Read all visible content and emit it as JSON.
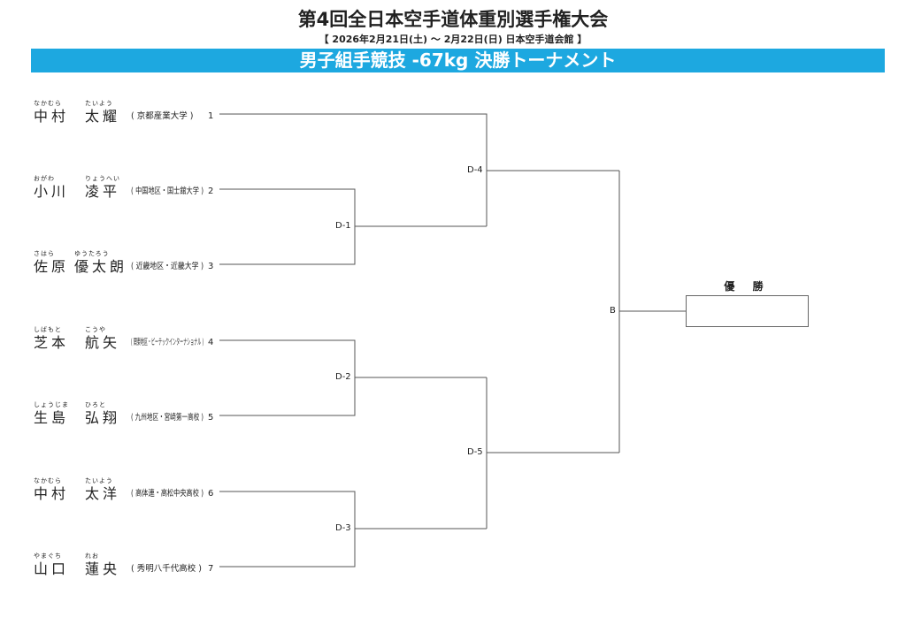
{
  "header": {
    "title": "第4回全日本空手道体重別選手権大会",
    "subtitle": "【 2026年2月21日(土) ～ 2月22日(日)  日本空手道会館 】",
    "banner": "男子組手競技 -67kg 決勝トーナメント",
    "banner_color": "#1da8e0"
  },
  "entries": [
    {
      "seed": "1",
      "ruby_family": "なかむら",
      "ruby_given": "たいよう",
      "family": "中村",
      "given": "太耀",
      "affiliation": "( 京都産業大学 )"
    },
    {
      "seed": "2",
      "ruby_family": "おがわ",
      "ruby_given": "りょうへい",
      "family": "小川",
      "given": "凌平",
      "affiliation": "( 中国地区・国士舘大学 )"
    },
    {
      "seed": "3",
      "ruby_family": "さはら",
      "ruby_given": "ゆうたろう",
      "family": "佐原",
      "given": "優太朗",
      "affiliation": "( 近畿地区・近畿大学 )"
    },
    {
      "seed": "4",
      "ruby_family": "しばもと",
      "ruby_given": "こうや",
      "family": "芝本",
      "given": "航矢",
      "affiliation": "( 関東地区・ピーテックインターナショナル )"
    },
    {
      "seed": "5",
      "ruby_family": "しょうじま",
      "ruby_given": "ひろと",
      "family": "生島",
      "given": "弘翔",
      "affiliation": "( 九州地区・宮崎第一高校 )"
    },
    {
      "seed": "6",
      "ruby_family": "なかむら",
      "ruby_given": "たいよう",
      "family": "中村",
      "given": "太洋",
      "affiliation": "( 高体連・高松中央高校 )"
    },
    {
      "seed": "7",
      "ruby_family": "やまぐち",
      "ruby_given": "れお",
      "family": "山口",
      "given": "蓮央",
      "affiliation": "( 秀明八千代高校 )"
    }
  ],
  "matches": {
    "d1": "D-1",
    "d2": "D-2",
    "d3": "D-3",
    "d4": "D-4",
    "d5": "D-5",
    "b": "B"
  },
  "winner_label": "優 勝"
}
